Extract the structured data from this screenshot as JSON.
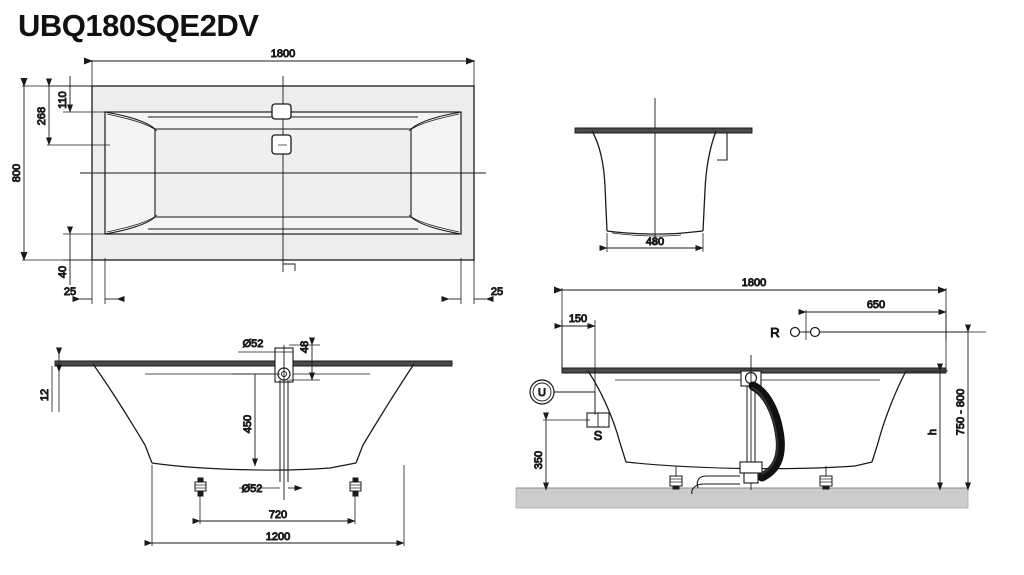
{
  "drawing": {
    "title": "UBQ180SQE2DV",
    "product_type": "bathtub-technical-drawing",
    "colors": {
      "line": "#1a1a1a",
      "fill_top_view": "#ededed",
      "floor_slab": "#cccccc",
      "background": "#ffffff",
      "text": "#111111"
    }
  },
  "views": {
    "top_view": {
      "name": "top-view",
      "dimensions": {
        "length": "1800",
        "width": "800",
        "inner_offset_top": "110",
        "inner_band": "268",
        "inner_offset_bottom": "40",
        "rim_left": "25",
        "rim_right": "25"
      }
    },
    "end_elevation": {
      "name": "end-elevation-view",
      "dimensions": {
        "base_width": "480"
      }
    },
    "front_elevation": {
      "name": "front-elevation-view",
      "dimensions": {
        "rim_thickness": "12",
        "waste_dia_top": "Ø52",
        "waste_offset": "48",
        "overflow_height": "450",
        "waste_dia_bottom": "Ø52",
        "feet_spacing": "720",
        "base_length": "1200"
      }
    },
    "side_section": {
      "name": "side-section-view",
      "dimensions": {
        "overall_length": "1800",
        "tap_offset": "650",
        "end_offset": "150",
        "trap_height": "350",
        "bath_height": "h",
        "installed_height_range": "750 - 800"
      },
      "labels": {
        "tap_marker": "R",
        "trap_marker": "S",
        "overflow_symbol": "U"
      }
    }
  }
}
